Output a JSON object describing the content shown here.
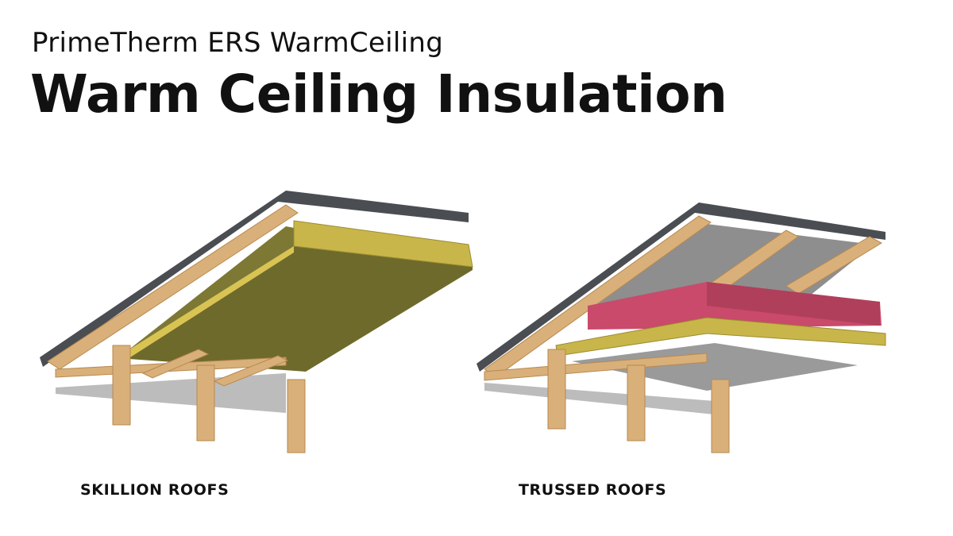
{
  "header": {
    "subtitle": "PrimeTherm ERS WarmCeiling",
    "title": "Warm Ceiling Insulation"
  },
  "diagrams": [
    {
      "caption": "SKILLION ROOFS"
    },
    {
      "caption": "TRUSSED ROOFS"
    }
  ],
  "colors": {
    "roof_sheet": "#4a4d52",
    "timber": "#d9b07a",
    "timber_dark": "#b8894f",
    "insulation_green": "#6e6a2c",
    "insulation_yellow": "#c9b64a",
    "pink_insulation": "#c94a6a",
    "ceiling_board": "#9a9a9a",
    "membrane": "#b5b5b5"
  }
}
